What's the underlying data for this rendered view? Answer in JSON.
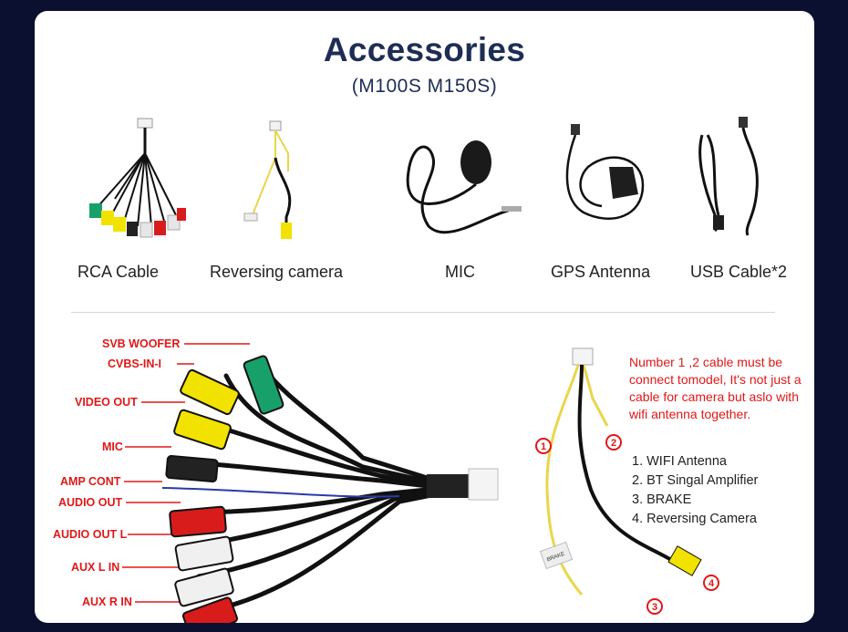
{
  "header": {
    "title": "Accessories",
    "subtitle": "(M100S M150S)"
  },
  "products": [
    {
      "label": "RCA Cable",
      "icon": "rca-cable-icon"
    },
    {
      "label": "Reversing  camera",
      "icon": "reversing-camera-cable-icon"
    },
    {
      "label": "MIC",
      "icon": "microphone-icon"
    },
    {
      "label": "GPS Antenna",
      "icon": "gps-antenna-icon"
    },
    {
      "label": "USB Cable*2",
      "icon": "usb-cable-icon"
    }
  ],
  "harness": {
    "labels": [
      "SVB WOOFER",
      "CVBS-IN-I",
      "VIDEO OUT",
      "MIC",
      "AMP CONT",
      "AUDIO OUT",
      "AUDIO OUT L",
      "AUX L IN",
      "AUX R IN"
    ]
  },
  "camera_cable": {
    "note": "Number 1 ,2 cable must be connect tomodel, It's not just a cable for camera but aslo with wifi antenna together.",
    "markers": [
      "1",
      "2",
      "3",
      "4"
    ],
    "tag": "BRAKE",
    "list": [
      "1. WIFI Antenna",
      "2. BT Singal Amplifier",
      "3. BRAKE",
      "4. Reversing Camera"
    ]
  },
  "colors": {
    "background": "#0b1030",
    "title": "#1e2d55",
    "highlight": "#e01818",
    "card": "#ffffff"
  }
}
